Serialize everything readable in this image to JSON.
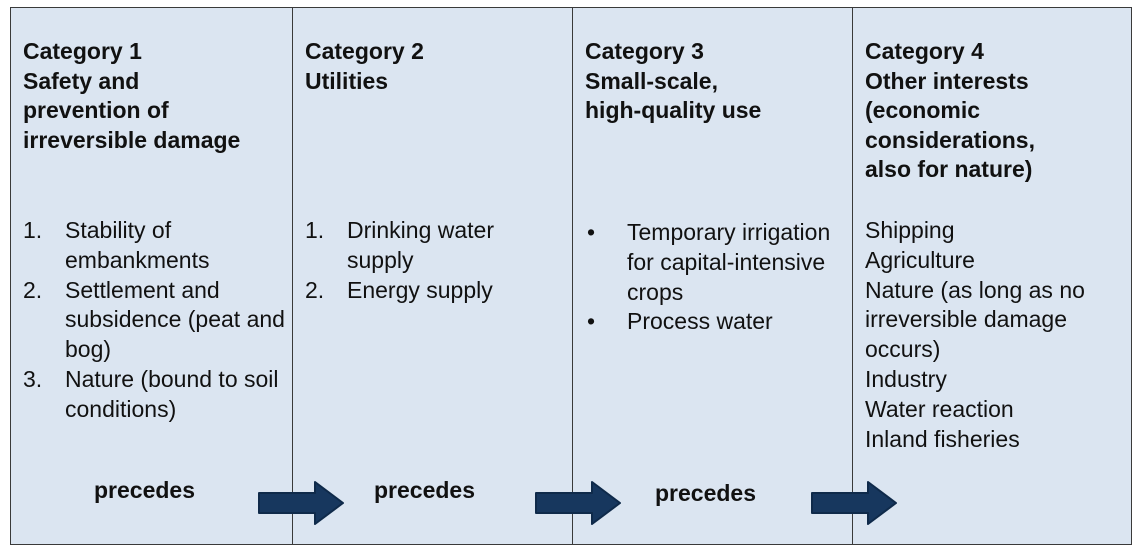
{
  "colors": {
    "cell_background": "#dbe5f1",
    "border": "#3a3a3a",
    "arrow_fill": "#17375e",
    "arrow_edge": "#0f2a4a"
  },
  "columns": [
    {
      "title_lines": [
        "Category 1",
        "Safety and",
        "prevention of",
        "irreversible damage"
      ],
      "list_style": "numbered",
      "items": [
        {
          "marker": "1.",
          "text": "Stability of embankments"
        },
        {
          "marker": "2.",
          "text": "Settlement and subsidence (peat and bog)"
        },
        {
          "marker": "3.",
          "text": "Nature (bound to soil conditions)"
        }
      ]
    },
    {
      "title_lines": [
        "Category 2",
        "Utilities"
      ],
      "list_style": "numbered",
      "items": [
        {
          "marker": "1.",
          "text": "Drinking water supply"
        },
        {
          "marker": "2.",
          "text": "Energy supply"
        }
      ]
    },
    {
      "title_lines": [
        "Category 3",
        "Small-scale,",
        "high-quality use"
      ],
      "list_style": "bullet",
      "items": [
        {
          "marker": "•",
          "text": "Temporary irrigation for capital-intensive crops"
        },
        {
          "marker": "•",
          "text": "Process water"
        }
      ]
    },
    {
      "title_lines": [
        "Category 4",
        "Other interests",
        "(economic",
        "considerations,",
        "also for nature)"
      ],
      "list_style": "plain",
      "items": [
        {
          "text": "Shipping"
        },
        {
          "text": "Agriculture"
        },
        {
          "text": "Nature (as long as no"
        },
        {
          "text": "irreversible damage"
        },
        {
          "text": "occurs)"
        },
        {
          "text": "Industry"
        },
        {
          "text": "Water reaction"
        },
        {
          "text": "Inland fisheries"
        }
      ]
    }
  ],
  "flow": [
    {
      "label": "precedes"
    },
    {
      "label": "precedes"
    },
    {
      "label": "precedes"
    }
  ],
  "icons": {
    "flow_arrow": "right-arrow-icon"
  }
}
